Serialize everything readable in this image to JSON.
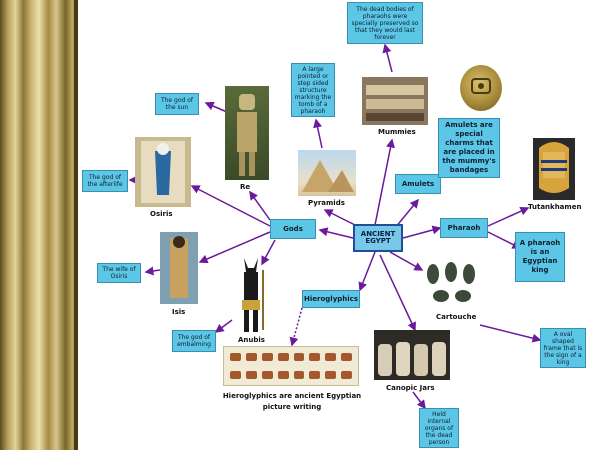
{
  "center": "ANCIENT EGYPT",
  "topics": {
    "gods": "Gods",
    "pyramids_box": "A large pointed or step sided structure marking the tomb of a pharaoh",
    "mummies_box": "The dead bodies of pharaohs were specially preserved so that they would last forever",
    "amulets": "Amulets",
    "amulets_desc": "Amulets are special charms that are placed in the mummy's bandages",
    "pharaoh": "Pharaoh",
    "pharaoh_desc": "A pharaoh is an Egyptian king",
    "hieroglyphics": "Hieroglyphics",
    "cartouche_box": "A oval shaped frame that is the sign of a king",
    "canopic_box": "Held internal organs of the dead person"
  },
  "gods": {
    "re_box": "The god of the sun",
    "osiris_box": "The god of the afterlife",
    "isis_box": "The wife of Osiris",
    "anubis_box": "The god of embalming"
  },
  "labels": {
    "re": "Re",
    "osiris": "Osiris",
    "isis": "Isis",
    "anubis": "Anubis",
    "pyramids": "Pyramids",
    "mummies": "Mummies",
    "tutankhamen": "Tutankhamen",
    "cartouche": "Cartouche",
    "canopic": "Canopic Jars",
    "hieroglyph_caption_1": "Hieroglyphics are ancient Egyptian",
    "hieroglyph_caption_2": "picture writing"
  },
  "colors": {
    "link": "#6a1a9a",
    "box": "#5cc6e6",
    "column": "#c9b66f"
  },
  "icons": [
    "egyptian-column",
    "re-statue-image",
    "osiris-painting-image",
    "isis-painting-image",
    "anubis-image",
    "pyramids-photo",
    "mummies-photo",
    "amulet-coin-image",
    "tutankhamen-mask-image",
    "cartouche-image",
    "canopic-jars-image",
    "hieroglyphics-strip-image"
  ]
}
